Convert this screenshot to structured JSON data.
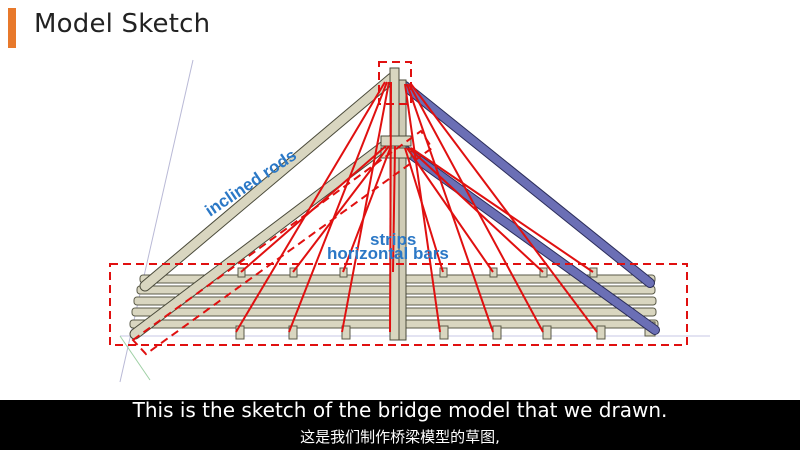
{
  "slide": {
    "title": "Model Sketch",
    "accent_color": "#e8792b"
  },
  "labels": {
    "inclined_rods": "inclined rods",
    "strips": "strips",
    "horizontal_bars": "horizontal bars",
    "label_color": "#2b78c6"
  },
  "subtitles": {
    "english": "This is the sketch of the bridge model that we drawn.",
    "chinese": "这是我们制作桥梁模型的草图,"
  },
  "colors": {
    "rod_beige": "#d9d6c0",
    "rod_blue": "#6b6fb5",
    "cable_red": "#e01010",
    "dash_red": "#e01010"
  }
}
